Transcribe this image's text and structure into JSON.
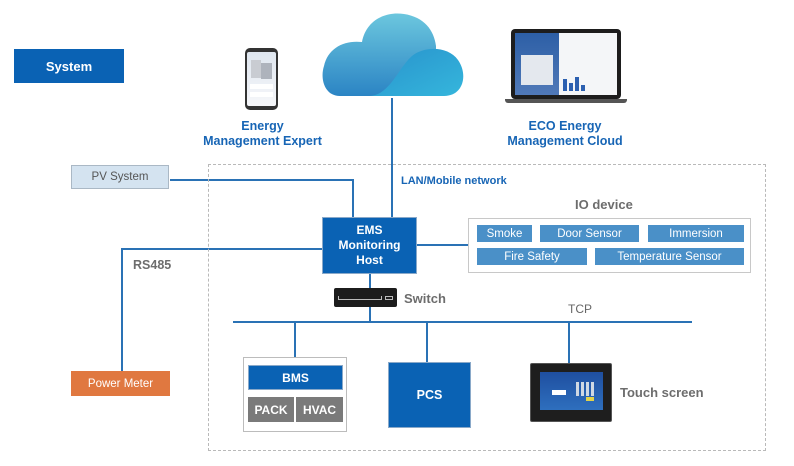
{
  "badge": {
    "label": "System"
  },
  "apps": {
    "mobile": {
      "line1": "Energy",
      "line2": "Management Expert"
    },
    "cloud": {
      "line1": "ECO Energy",
      "line2": "Management Cloud"
    }
  },
  "network": {
    "lan_label": "LAN/Mobile network",
    "rs485_label": "RS485",
    "tcp_label": "TCP"
  },
  "pv": {
    "label": "PV System"
  },
  "ems": {
    "line1": "EMS",
    "line2": "Monitoring",
    "line3": "Host"
  },
  "io": {
    "title": "IO device",
    "row1": [
      "Smoke",
      "Door Sensor",
      "Immersion"
    ],
    "row2": [
      "Fire Safety",
      "Temperature Sensor"
    ]
  },
  "switch": {
    "label": "Switch"
  },
  "power_meter": {
    "label": "Power Meter"
  },
  "bms": {
    "label": "BMS",
    "children": [
      "PACK",
      "HVAC"
    ]
  },
  "pcs": {
    "label": "PCS"
  },
  "touch": {
    "label": "Touch screen"
  },
  "colors": {
    "primary_blue": "#0a62b4",
    "line_blue": "#2a72b5",
    "io_blue": "#4a90c8",
    "power_meter_orange": "#e07840",
    "pv_fill": "#d4e3f0",
    "grey_chip": "#7a7a7a"
  }
}
